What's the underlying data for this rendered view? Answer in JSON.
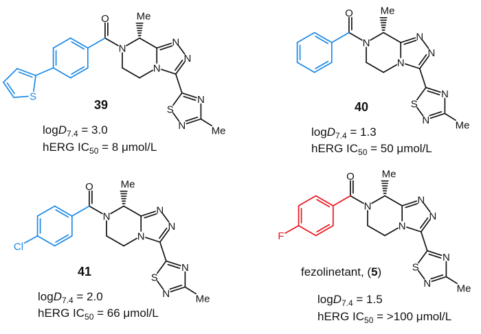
{
  "colors": {
    "bond": "#111111",
    "blue": "#1a88e6",
    "red": "#e8141c"
  },
  "atoms": {
    "O": "O",
    "N": "N",
    "S": "S",
    "Me": "Me",
    "Cl": "Cl",
    "F": "F"
  },
  "compounds": [
    {
      "id": "39",
      "aryl": "thienylphenyl",
      "highlight": "blue",
      "logd": {
        "prefix": "log",
        "var": "D",
        "sub": "7.4",
        "value": " = 3.0"
      },
      "herg": {
        "prefix": "hERG IC",
        "sub": "50",
        "value": " = 8 μmol/L"
      }
    },
    {
      "id": "40",
      "aryl": "phenyl",
      "highlight": "blue",
      "logd": {
        "prefix": "log",
        "var": "D",
        "sub": "7.4",
        "value": " = 1.3"
      },
      "herg": {
        "prefix": "hERG IC",
        "sub": "50",
        "value": " = 50 μmol/L"
      }
    },
    {
      "id": "41",
      "aryl": "4-chlorophenyl",
      "highlight": "blue",
      "logd": {
        "prefix": "log",
        "var": "D",
        "sub": "7.4",
        "value": " = 2.0"
      },
      "herg": {
        "prefix": "hERG IC",
        "sub": "50",
        "value": " = 66 μmol/L"
      }
    },
    {
      "id": "5",
      "name_prefix": "fezolinetant, (",
      "name_suffix": ")",
      "aryl": "4-fluorophenyl",
      "highlight": "red",
      "logd": {
        "prefix": "log",
        "var": "D",
        "sub": "7.4",
        "value": " = 1.5"
      },
      "herg": {
        "prefix": "hERG IC",
        "sub": "50",
        "value": " = >100 μmol/L"
      }
    }
  ]
}
